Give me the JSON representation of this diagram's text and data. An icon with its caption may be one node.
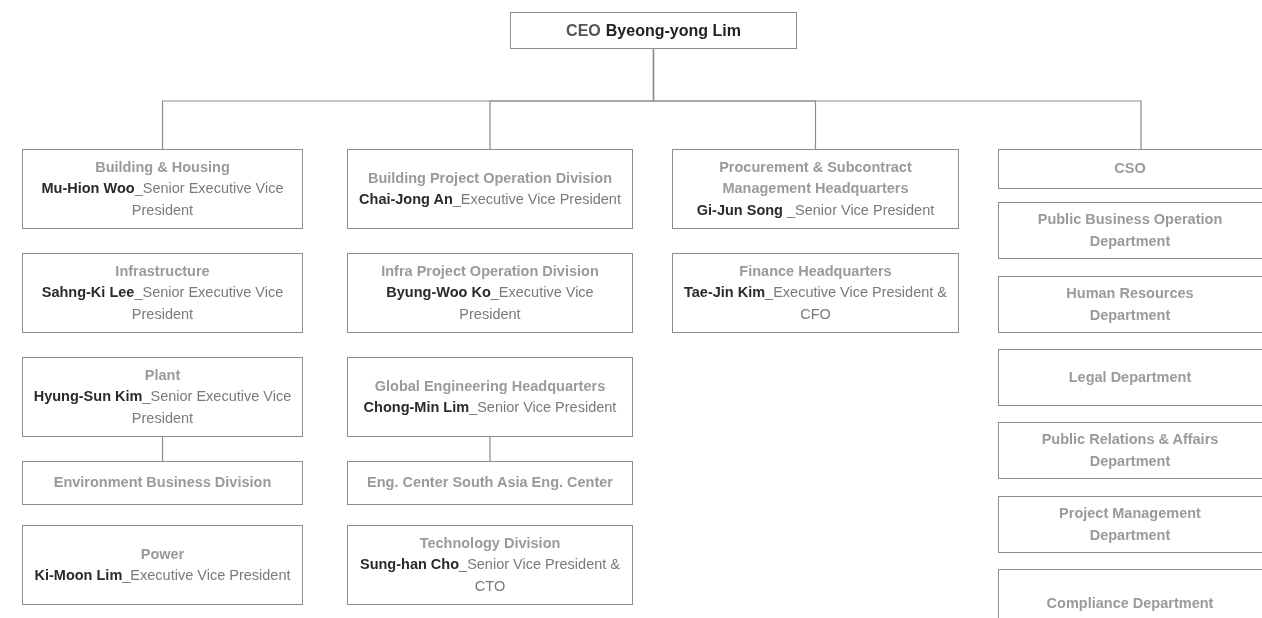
{
  "diagram": {
    "nodes": [
      {
        "text": [
          "CEO",
          "Byeong-yong Lim"
        ]
      },
      {
        "text": [
          "Building & Housing",
          "**Mu-Hion Woo**_Senior Executive Vice President"
        ]
      },
      {
        "text": [
          "Infrastructure",
          "**Sahng-Ki Lee**_Senior Executive Vice President"
        ]
      },
      {
        "text": [
          "Plant",
          "**Hyung-Sun Kim**_Senior Executive Vice President"
        ]
      },
      {
        "text": [
          "Environment Business Division"
        ]
      },
      {
        "text": [
          "Power",
          "**Ki-Moon Lim**_Executive Vice President"
        ]
      },
      {
        "text": [
          "Building Project Operation Division",
          "**Chai-Jong An**_Executive Vice President"
        ]
      },
      {
        "text": [
          "Infra Project Operation Division",
          "**Byung-Woo Ko**_Executive Vice President"
        ]
      },
      {
        "text": [
          "Global Engineering Headquarters",
          "**Chong-Min Lim**_Senior Vice President"
        ]
      },
      {
        "text": [
          "Eng. Center South Asia Eng. Center"
        ]
      },
      {
        "text": [
          "Technology Division",
          "**Sung-han Cho**_Senior Vice President & CTO"
        ]
      },
      {
        "text": [
          "Procurement & Subcontract Management Headquarters",
          "**Gi-Jun Song** _Senior Vice President"
        ]
      },
      {
        "text": [
          "Finance Headquarters",
          "**Tae-Jin Kim**_Executive Vice President & CFO"
        ]
      },
      {
        "text": [
          "CSO"
        ]
      },
      {
        "text": [
          "Public Business Operation Department"
        ]
      },
      {
        "text": [
          "Human Resources Department"
        ]
      },
      {
        "text": [
          "Legal Department"
        ]
      },
      {
        "text": [
          "Public Relations & Affairs Department"
        ]
      },
      {
        "text": [
          "Project Management Department"
        ]
      },
      {
        "text": [
          "Compliance Department"
        ]
      }
    ],
    "edges": [
      {
        "from": 0,
        "to": 1,
        "arrow": "none"
      },
      {
        "from": 0,
        "to": 6,
        "arrow": "none"
      },
      {
        "from": 0,
        "to": 11,
        "arrow": "none"
      },
      {
        "from": 0,
        "to": 13,
        "arrow": "none"
      },
      {
        "from": 3,
        "to": 4,
        "arrow": "none"
      },
      {
        "from": 8,
        "to": 9,
        "arrow": "none"
      }
    ]
  }
}
